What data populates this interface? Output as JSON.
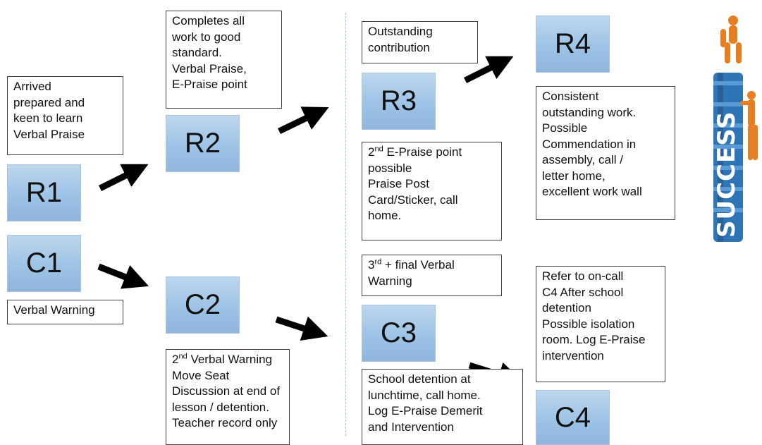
{
  "levels": {
    "r1": "R1",
    "r2": "R2",
    "r3": "R3",
    "r4": "R4",
    "c1": "C1",
    "c2": "C2",
    "c3": "C3",
    "c4": "C4"
  },
  "notes": {
    "r1": "Arrived\nprepared and\nkeen to learn\nVerbal Praise",
    "r2": "Completes all\nwork to good\nstandard.\nVerbal Praise,\nE-Praise point",
    "r3_top": "Outstanding\ncontribution",
    "r3_bottom_sup": "nd",
    "r3_bottom_first": "2",
    "r3_bottom_rest": " E-Praise point\npossible\nPraise Post\nCard/Sticker, call\nhome.",
    "r4": "Consistent\noutstanding work.\nPossible\nCommendation in\nassembly, call /\nletter home,\nexcellent work wall",
    "c1": "Verbal Warning",
    "c2_first": "2",
    "c2_sup": "nd",
    "c2_rest": " Verbal Warning\nMove Seat\nDiscussion at end of\nlesson / detention.\nTeacher record only",
    "c3_top_first": "3",
    "c3_top_sup": "rd",
    "c3_top_rest": " + final Verbal\nWarning",
    "c3_bottom": "School detention at\nlunchtime, call home.\nLog E-Praise Demerit\nand Intervention",
    "c4": "Refer to on-call\nC4 After school\ndetention\nPossible isolation\nroom. Log E-Praise\nintervention"
  },
  "image": {
    "word": "SUCCESS",
    "icon": "success-figures-illustration"
  },
  "colors": {
    "level_fill": "#9dc3e6",
    "arrow": "#000000",
    "divider": "#9dc3e6"
  }
}
